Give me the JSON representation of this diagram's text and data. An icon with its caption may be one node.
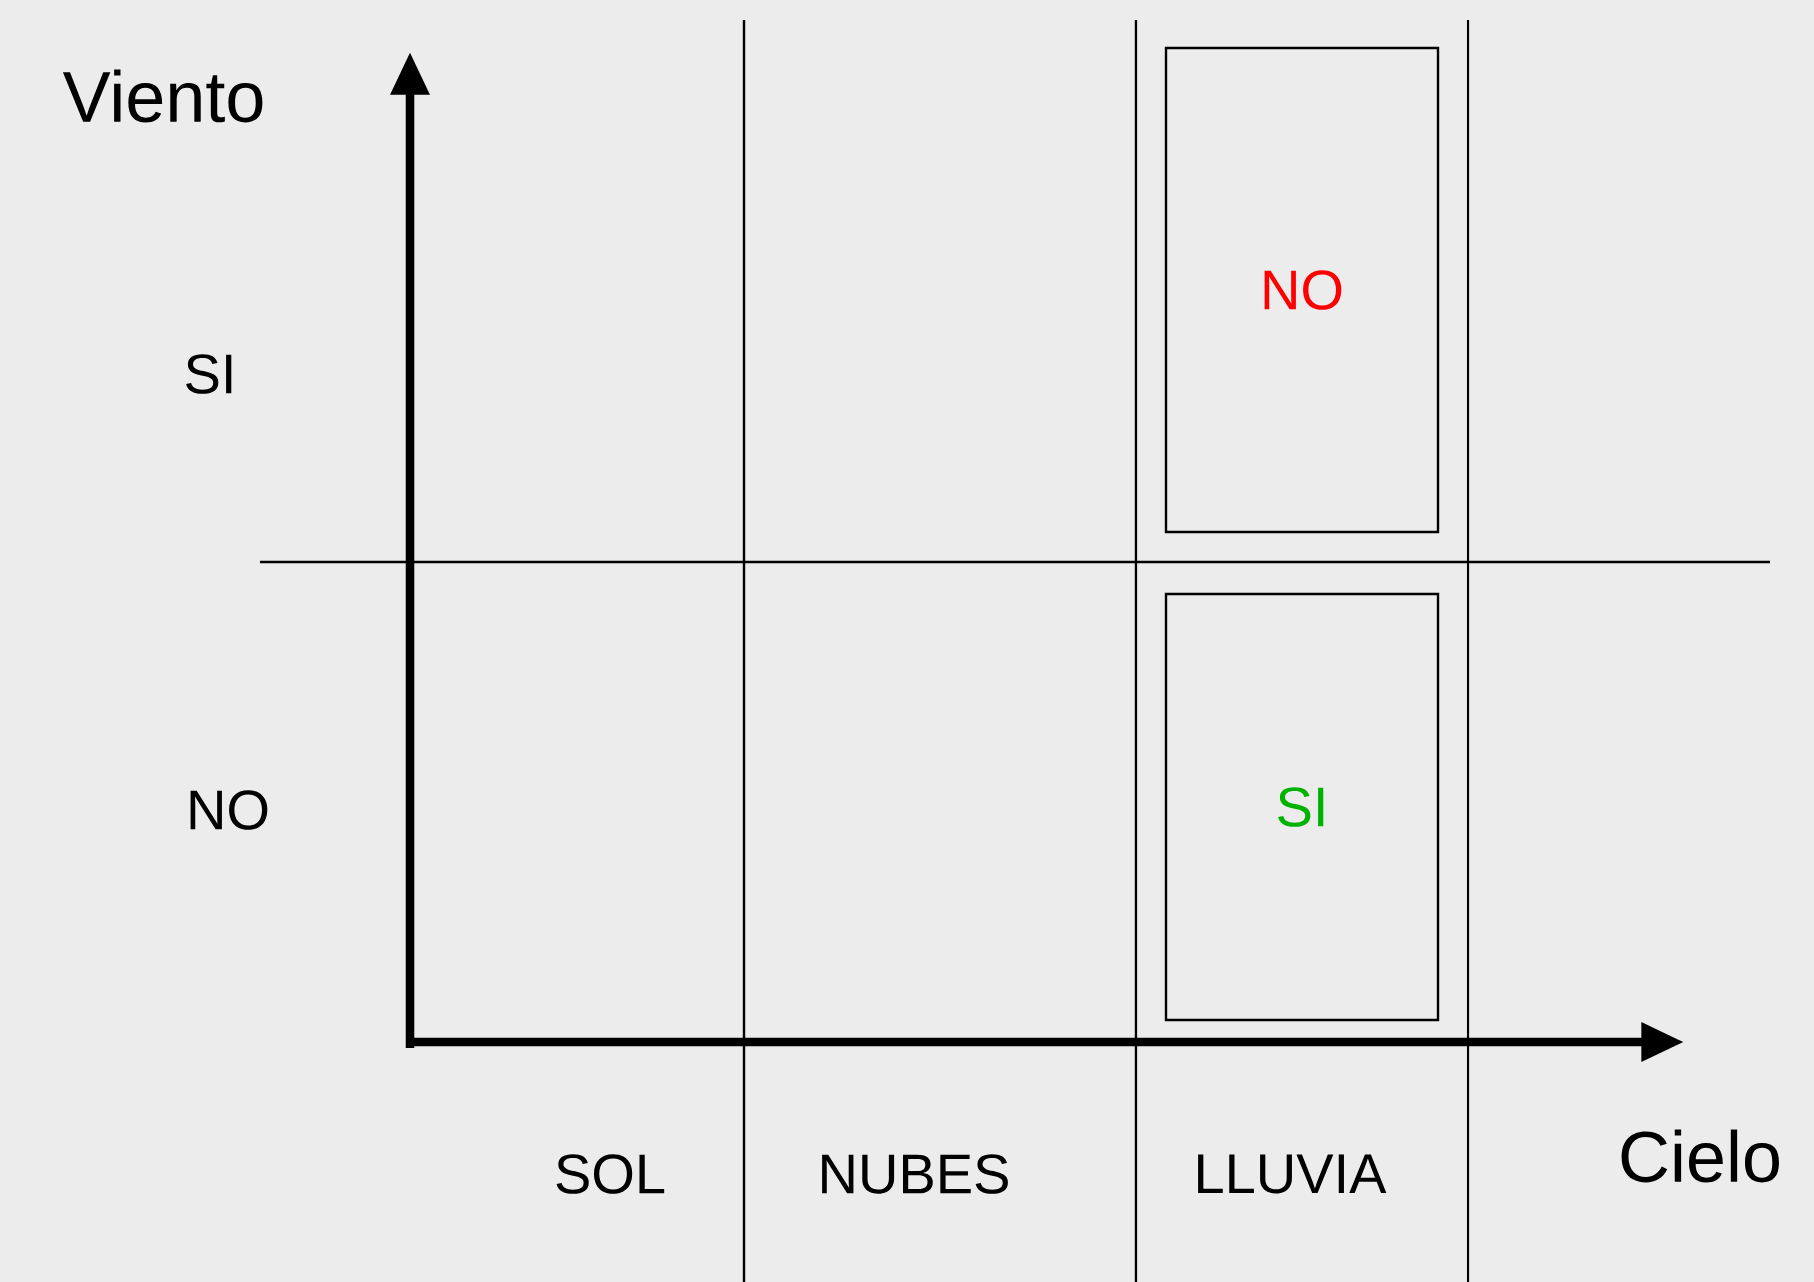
{
  "diagram": {
    "nodes": [
      {
        "text": [
          "NO"
        ]
      },
      {
        "text": [
          "SI"
        ]
      }
    ],
    "edges": [],
    "labels": [
      "Viento",
      "SI",
      "NO",
      "SOL",
      "NUBES",
      "LLUVIA",
      "Cielo"
    ]
  }
}
